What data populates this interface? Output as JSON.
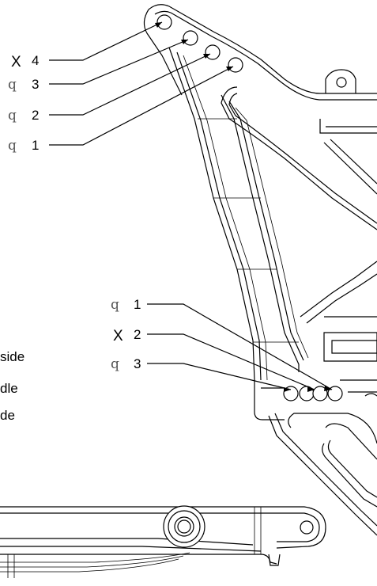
{
  "upper_callouts": [
    {
      "mark": "X",
      "number": "4"
    },
    {
      "mark": "q",
      "number": "3"
    },
    {
      "mark": "q",
      "number": "2"
    },
    {
      "mark": "q",
      "number": "1"
    }
  ],
  "lower_callouts": [
    {
      "mark": "q",
      "number": "1"
    },
    {
      "mark": "X",
      "number": "2"
    },
    {
      "mark": "q",
      "number": "3"
    }
  ],
  "side_text": [
    "side",
    "dle",
    "de"
  ]
}
